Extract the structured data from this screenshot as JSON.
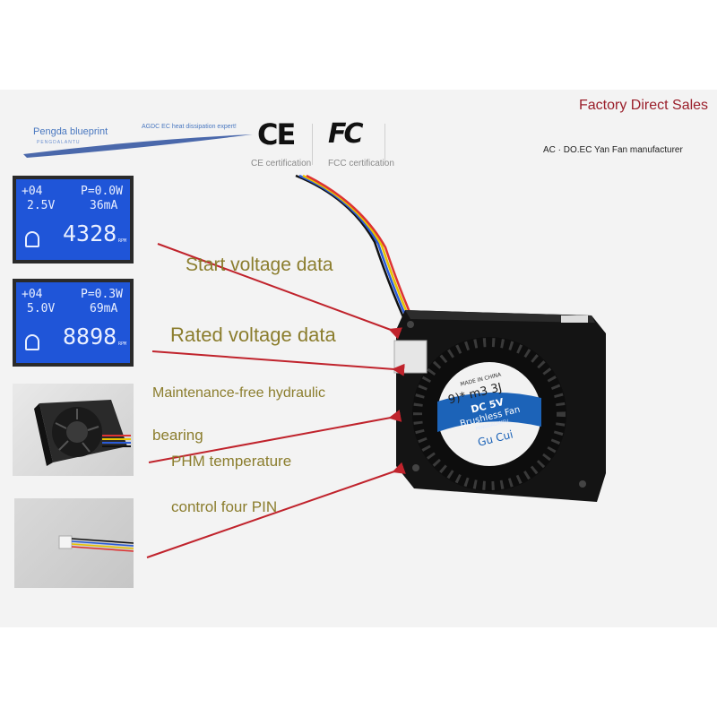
{
  "header": {
    "brand_name": "Pengda blueprint",
    "brand_sub": "PENGDALANTU",
    "tagline": "AGDC EC heat dissipation expert!",
    "ce_logo": "CE",
    "ce_label": "CE certification",
    "fcc_logo": "FC",
    "fcc_label": "FCC certification",
    "factory": "Factory Direct Sales",
    "maker": "AC · DO.EC Yan Fan manufacturer"
  },
  "lcd_start": {
    "line1_left": "+04",
    "line1_right": "P=0.0W",
    "voltage": "2.5V",
    "current": "36mA",
    "rpm": "4328",
    "rpm_unit": "RPM"
  },
  "lcd_rated": {
    "line1_left": "+04",
    "line1_right": "P=0.3W",
    "voltage": "5.0V",
    "current": "69mA",
    "rpm": "8898",
    "rpm_unit": "RPM"
  },
  "features": {
    "start": "Start voltage data",
    "rated": "Rated voltage data",
    "bearing_1": "Maintenance-free hydraulic",
    "bearing_2": "bearing",
    "pwm_1": "PHM temperature",
    "pwm_2": "control four PIN"
  },
  "fan_label": {
    "model": "9)* m3 3J",
    "voltage": "DC 5V",
    "kind": "Brushless Fan",
    "brand": "PENGDALANTU",
    "made": "MADE IN CHINA",
    "logo": "Gu Cui"
  },
  "colors": {
    "arrow": "#c0232c",
    "feature_text": "#8b7d2d",
    "lcd_bg": "#1f55d8",
    "label_blue": "#1c63b8"
  }
}
